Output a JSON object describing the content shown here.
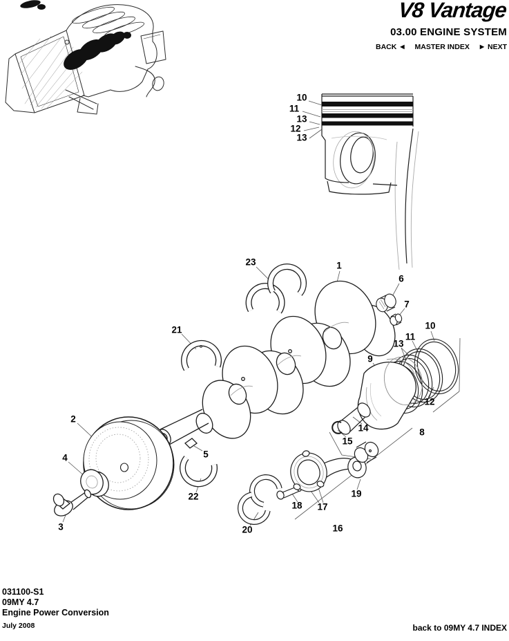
{
  "header": {
    "brand": "V8 Vantage",
    "section_title": "03.00 ENGINE SYSTEM",
    "nav": {
      "back": "BACK",
      "back_arrow": "◀",
      "master_index": "MASTER INDEX",
      "next_arrow": "▶",
      "next": "NEXT"
    }
  },
  "diagram": {
    "callouts": [
      {
        "label": "10"
      },
      {
        "label": "11"
      },
      {
        "label": "13"
      },
      {
        "label": "12"
      },
      {
        "label": "13"
      },
      {
        "label": "23"
      },
      {
        "label": "1"
      },
      {
        "label": "6"
      },
      {
        "label": "7"
      },
      {
        "label": "10"
      },
      {
        "label": "11"
      },
      {
        "label": "13"
      },
      {
        "label": "9"
      },
      {
        "label": "12"
      },
      {
        "label": "8"
      },
      {
        "label": "14"
      },
      {
        "label": "15"
      },
      {
        "label": "21"
      },
      {
        "label": "2"
      },
      {
        "label": "4"
      },
      {
        "label": "3"
      },
      {
        "label": "5"
      },
      {
        "label": "22"
      },
      {
        "label": "20"
      },
      {
        "label": "18"
      },
      {
        "label": "17"
      },
      {
        "label": "16"
      },
      {
        "label": "19"
      }
    ]
  },
  "footer": {
    "doc_code": "031100-S1",
    "model_year": "09MY 4.7",
    "title": "Engine Power Conversion",
    "date": "July 2008",
    "back_link": "back to 09MY 4.7 INDEX"
  },
  "colors": {
    "background": "#ffffff",
    "text": "#000000",
    "line": "#1c1c1c",
    "detail_line": "#9b9b9b"
  }
}
